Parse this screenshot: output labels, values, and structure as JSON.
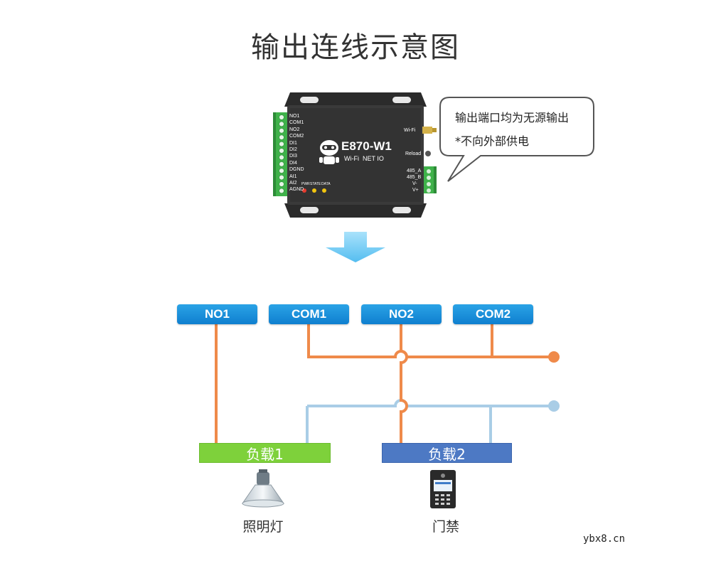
{
  "title": "输出连线示意图",
  "device": {
    "model": "E870-W1",
    "subtitle": "Wi-Fi  NET IO",
    "left_terminals": [
      "NO1",
      "COM1",
      "NO2",
      "COM2",
      "DI1",
      "DI2",
      "DI3",
      "DI4",
      "DGND",
      "AI1",
      "AI2",
      "AGND"
    ],
    "led_labels": [
      "PWR",
      "STATE",
      "DATA"
    ],
    "right_labels": [
      "Wi-Fi",
      "Reload",
      "485_A",
      "485_B",
      "V-",
      "V+"
    ]
  },
  "callout": {
    "line1": "输出端口均为无源输出",
    "line2": "*不向外部供电"
  },
  "ports": [
    "NO1",
    "COM1",
    "NO2",
    "COM2"
  ],
  "loads": [
    {
      "label": "负载1",
      "color": "#7ed13b",
      "device": "照明灯"
    },
    {
      "label": "负载2",
      "color": "#4d79c4",
      "device": "门禁"
    }
  ],
  "colors": {
    "wire_orange": "#ef8a4a",
    "wire_blue": "#a9cde6",
    "port_blue": "#1a8fd8",
    "arrow_blue": "#6ec9f2"
  },
  "icons": {
    "lamp": "pendant-lamp-icon",
    "access": "access-control-icon",
    "robot": "robot-logo-icon",
    "antenna": "antenna-connector-icon"
  },
  "watermark": "ybx8.cn"
}
